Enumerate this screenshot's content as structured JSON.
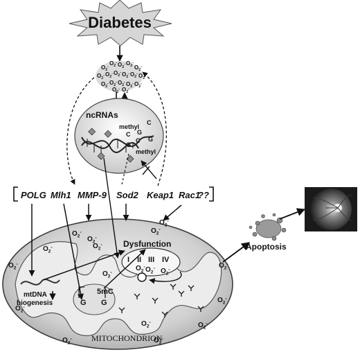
{
  "diagram": {
    "trigger": "Diabetes",
    "ncrnas_label": "ncRNAs",
    "methyl_top": "methyl",
    "methyl_bottom": "methyl",
    "cpg_letters": [
      "C",
      "G",
      "C",
      "G"
    ],
    "genes": [
      "POLG",
      "Mlh1",
      "MMP-9",
      "Sod2",
      "Keap1",
      "Rac1",
      "??"
    ],
    "dysfunction_label": "Dysfunction",
    "complexes": [
      "I",
      "II",
      "III",
      "IV"
    ],
    "mtdna_label_1": "mtDNA",
    "mtdna_label_2": "biogenesis",
    "fivemc_label": "5mC",
    "g_letter": "G",
    "mitochondrion_label": "MITOCHONDRION",
    "apoptosis_label": "Apoptosis",
    "superoxide": "O",
    "superoxide_sup": "2",
    "superoxide_charge": "-"
  },
  "colors": {
    "mito_fill": "#cfcfcf",
    "mito_stroke": "#3a3a3a",
    "star_fill": "#d6d6d6",
    "ink": "#111111",
    "retina_bg": "#1a1a1a"
  }
}
